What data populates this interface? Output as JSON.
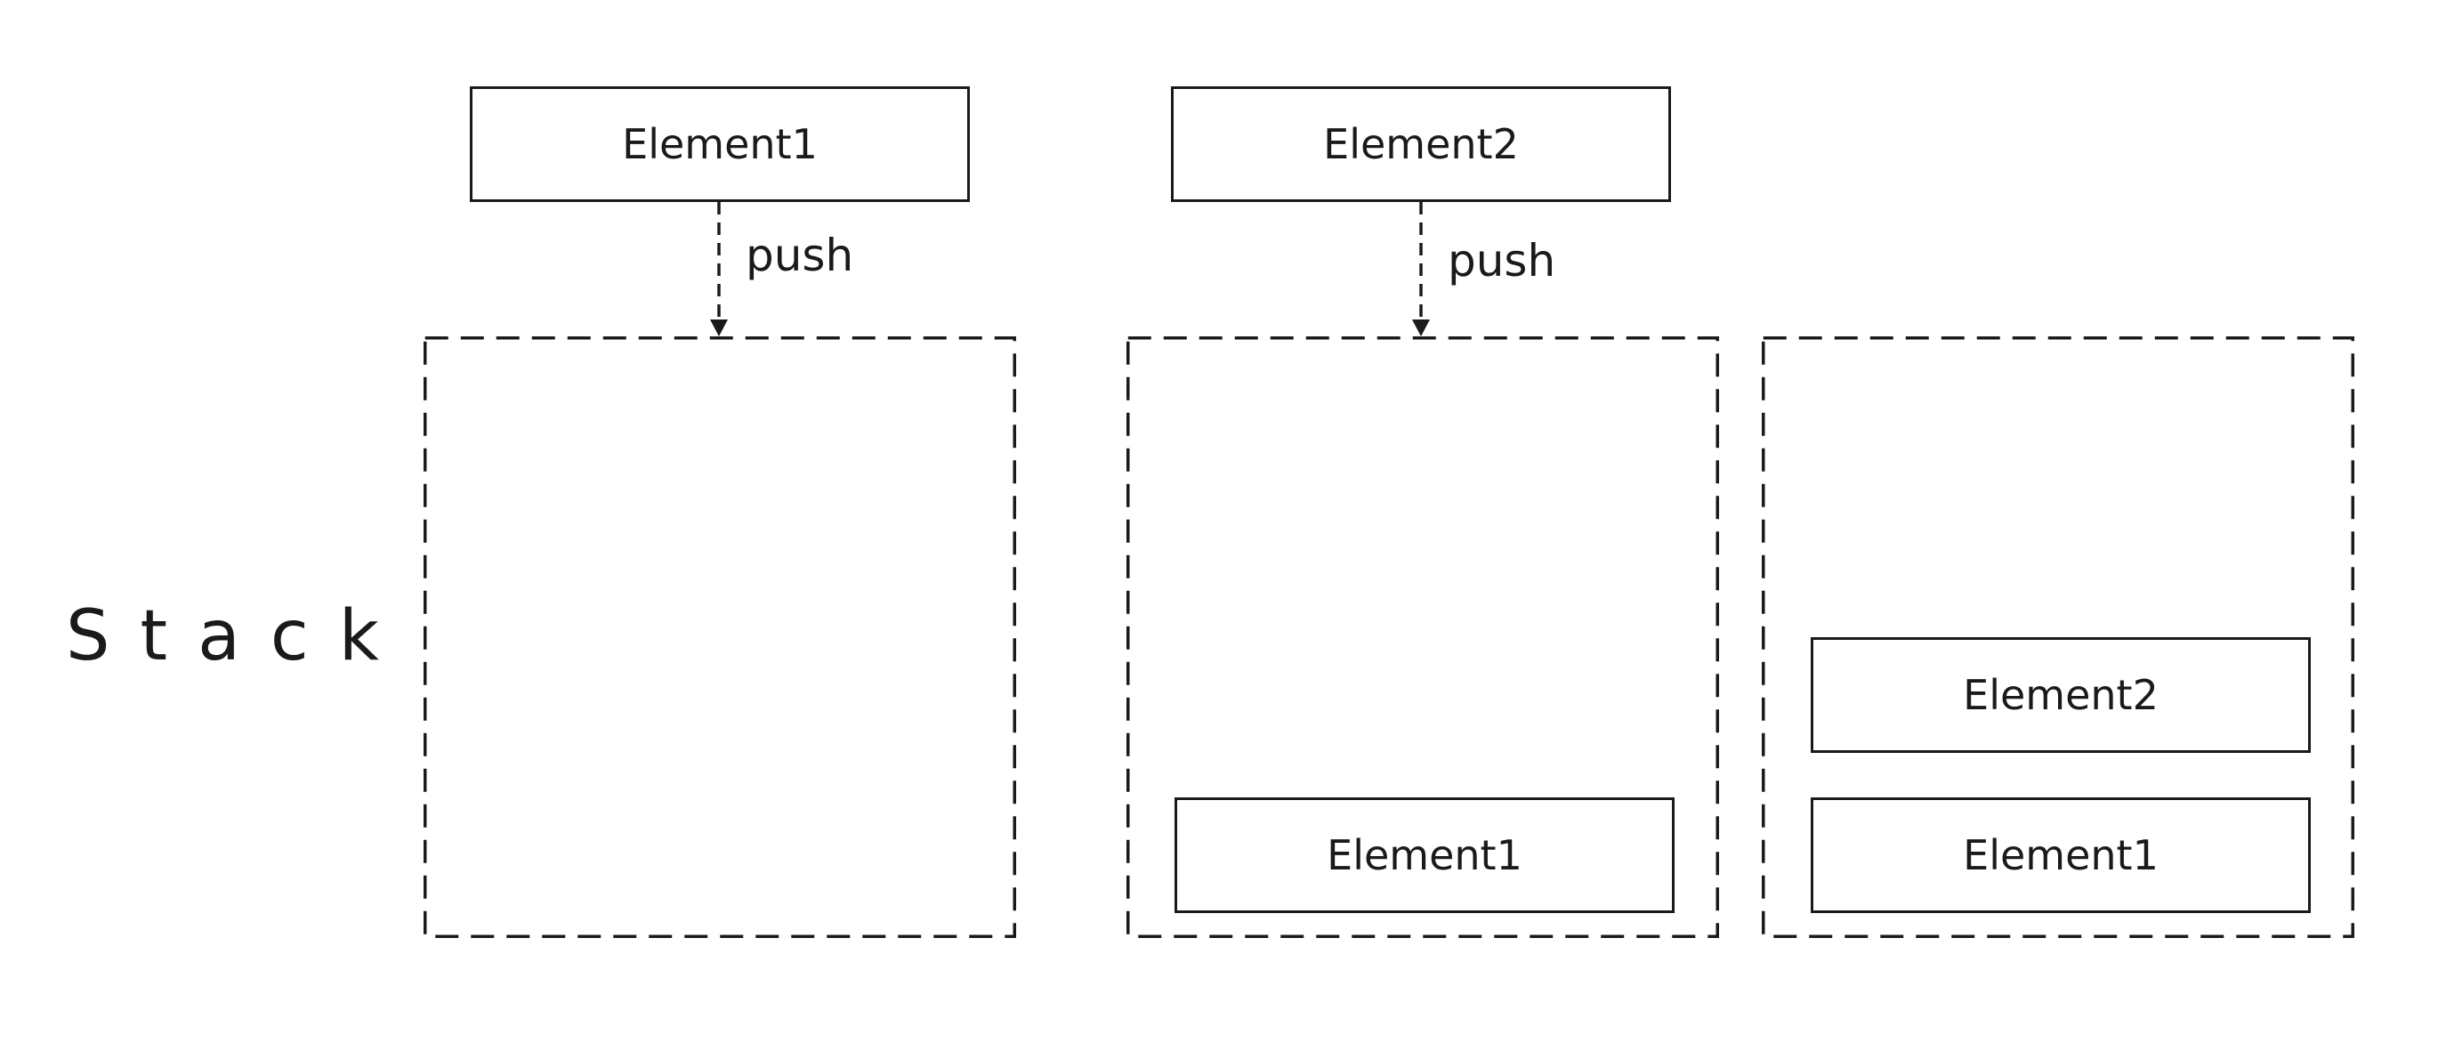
{
  "diagram": {
    "label": "Stack",
    "line_color": "#1a1a1a",
    "background": "#ffffff",
    "incoming": [
      {
        "element": "Element1",
        "action": "push"
      },
      {
        "element": "Element2",
        "action": "push"
      }
    ],
    "stacks": [
      {
        "contents": []
      },
      {
        "contents": [
          "Element1"
        ]
      },
      {
        "contents": [
          "Element2",
          "Element1"
        ]
      }
    ]
  }
}
